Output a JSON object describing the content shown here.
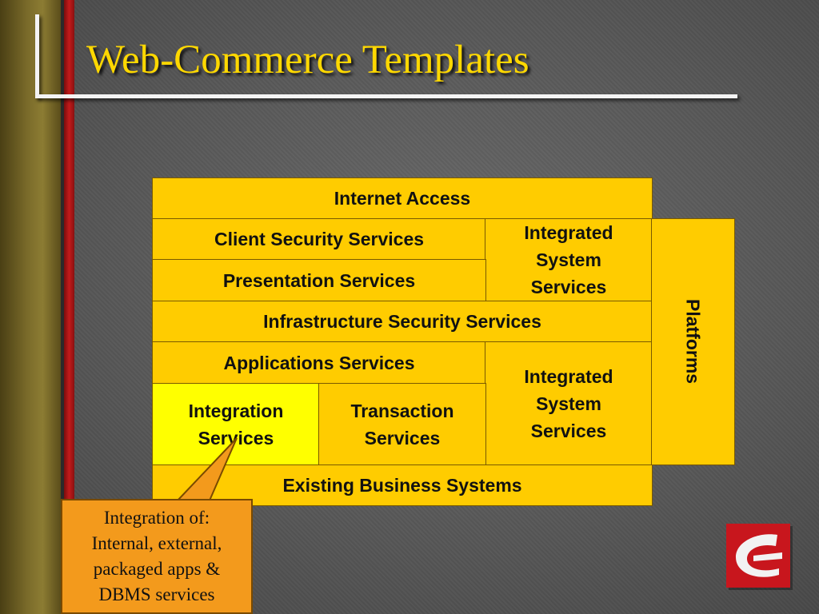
{
  "slide": {
    "title": "Web-Commerce Templates"
  },
  "diagram": {
    "internet_access": "Internet Access",
    "client_security": "Client Security Services",
    "integrated_top": [
      "Integrated",
      "System",
      "Services"
    ],
    "presentation": "Presentation Services",
    "infrastructure_security": "Infrastructure Security Services",
    "applications": "Applications Services",
    "integrated_bottom": [
      "Integrated",
      "System",
      "Services"
    ],
    "integration_services": [
      "Integration",
      "Services"
    ],
    "transaction_services": [
      "Transaction",
      "Services"
    ],
    "existing_business": "Existing Business Systems",
    "platforms": "Platforms"
  },
  "callout": {
    "lines": [
      "Integration of:",
      "Internal, external,",
      "packaged apps &",
      "DBMS services"
    ]
  },
  "colors": {
    "box_fill": "#ffcc00",
    "highlight_fill": "#ffff00",
    "callout_fill": "#f39a1c",
    "title_color": "#ffd800",
    "accent_red": "#c21b1b"
  }
}
